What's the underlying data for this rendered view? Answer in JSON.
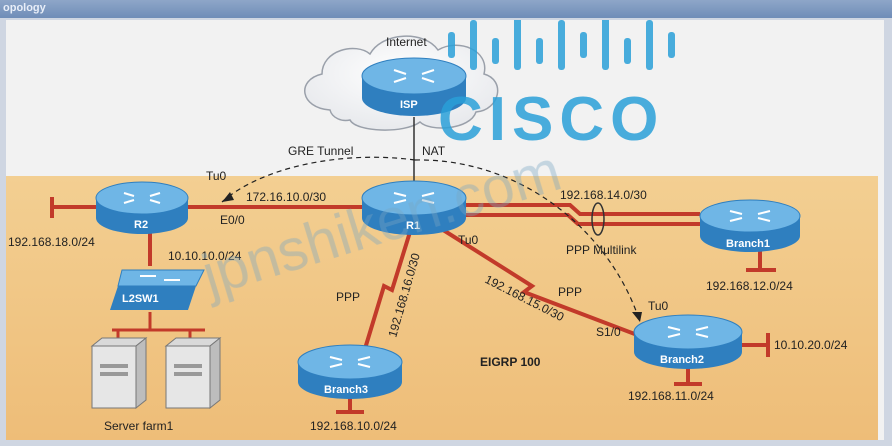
{
  "window": {
    "title": "opology"
  },
  "watermark": {
    "brand": "CISCO",
    "site": "jpnshiken.com"
  },
  "cloud": {
    "label": "Internet"
  },
  "devices": {
    "isp": "ISP",
    "r1": "R1",
    "r2": "R2",
    "l2sw1": "L2SW1",
    "branch1": "Branch1",
    "branch2": "Branch2",
    "branch3": "Branch3",
    "server_farm": "Server farm1"
  },
  "labels": {
    "gre_tunnel": "GRE Tunnel",
    "nat": "NAT",
    "r2_tu0": "Tu0",
    "net_172": "172.16.10.0/30",
    "r2_e0": "E0/0",
    "net_192_14": "192.168.14.0/30",
    "ppp_multilink": "PPP Multilink",
    "r1_tu0": "Tu0",
    "net_192_18": "192.168.18.0/24",
    "net_10_10": "10.10.10.0/24",
    "net_192_12": "192.168.12.0/24",
    "ppp_r1_b2": "PPP",
    "net_192_15": "192.168.15.0/30",
    "branch2_tu0": "Tu0",
    "branch2_s10": "S1/0",
    "net_10_20": "10.10.20.0/24",
    "ppp_r1_b3": "PPP",
    "net_192_16": "192.168.16.0/30",
    "eigrp": "EIGRP 100",
    "net_192_11": "192.168.11.0/24",
    "net_192_10": "192.168.10.0/24"
  },
  "colors": {
    "router": "#3a8fcf",
    "router_top": "#6fb6e6",
    "link_red": "#c23a2a",
    "eigrp_area": "#f1c98a",
    "watermark": "#2aa0d8"
  }
}
